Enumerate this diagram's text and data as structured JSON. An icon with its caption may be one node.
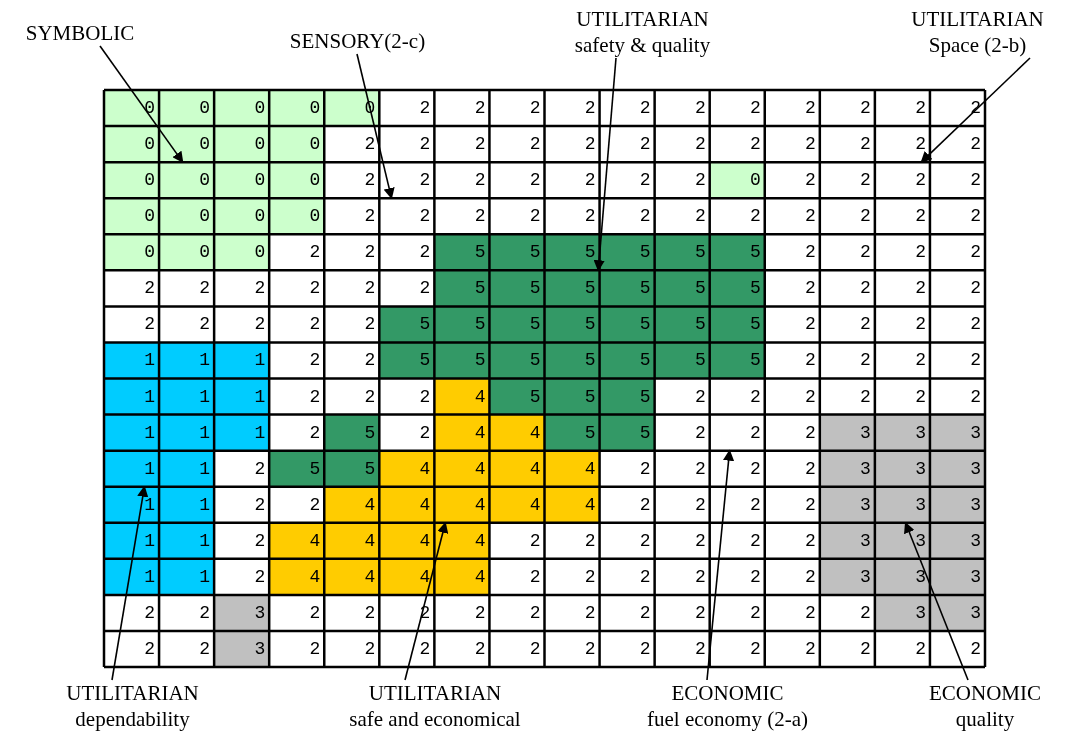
{
  "diagram": {
    "nodes": [
      {
        "text": [
          "SYMBOLIC"
        ]
      },
      {
        "text": [
          "SENSORY(2-c)"
        ]
      },
      {
        "text": [
          "UTILITARIAN",
          "safety & quality"
        ]
      },
      {
        "text": [
          "UTILITARIAN",
          "Space (2-b)"
        ]
      },
      {
        "text": [
          "UTILITARIAN",
          "dependability"
        ]
      },
      {
        "text": [
          "UTILITARIAN",
          "safe and economical"
        ]
      },
      {
        "text": [
          "ECONOMIC",
          "fuel economy (2-a)"
        ]
      },
      {
        "text": [
          "ECONOMIC",
          "quality"
        ]
      },
      {
        "text": [
          "0"
        ]
      },
      {
        "text": [
          "2"
        ]
      },
      {
        "text": [
          "5"
        ]
      },
      {
        "text": [
          "2"
        ]
      },
      {
        "text": [
          "1"
        ]
      },
      {
        "text": [
          "4"
        ]
      },
      {
        "text": [
          "2"
        ]
      },
      {
        "text": [
          "3"
        ]
      }
    ],
    "edges": [
      {
        "from": 0,
        "to": 8,
        "arrow": "to"
      },
      {
        "from": 1,
        "to": 9,
        "arrow": "to"
      },
      {
        "from": 2,
        "to": 10,
        "arrow": "to"
      },
      {
        "from": 3,
        "to": 11,
        "arrow": "to"
      },
      {
        "from": 4,
        "to": 12,
        "arrow": "to"
      },
      {
        "from": 5,
        "to": 13,
        "arrow": "to"
      },
      {
        "from": 6,
        "to": 14,
        "arrow": "to"
      },
      {
        "from": 7,
        "to": 15,
        "arrow": "to"
      }
    ],
    "labels": [
      "0",
      "0",
      "0",
      "0",
      "0",
      "2",
      "2",
      "2",
      "2",
      "2",
      "2",
      "2",
      "2",
      "2",
      "2",
      "2",
      "0",
      "0",
      "0",
      "0",
      "2",
      "2",
      "2",
      "2",
      "2",
      "2",
      "2",
      "2",
      "2",
      "2",
      "2",
      "2",
      "0",
      "0",
      "0",
      "2",
      "2",
      "2",
      "2",
      "2",
      "2",
      "2",
      "0",
      "2",
      "2",
      "2",
      "0",
      "0",
      "0",
      "0",
      "2",
      "2",
      "2",
      "2",
      "2",
      "2",
      "2",
      "2",
      "2",
      "2",
      "2",
      "0",
      "0",
      "0",
      "2",
      "2",
      "2",
      "5",
      "5",
      "5",
      "5",
      "5",
      "5",
      "2",
      "2",
      "2",
      "2",
      "2",
      "2",
      "2",
      "2",
      "2",
      "2",
      "5",
      "5",
      "5",
      "5",
      "5",
      "2",
      "2",
      "2",
      "2",
      "2",
      "2",
      "2",
      "2",
      "2",
      "5",
      "5",
      "5",
      "5",
      "5",
      "5",
      "5",
      "2",
      "2",
      "2",
      "2",
      "1",
      "1",
      "1",
      "2",
      "2",
      "5",
      "5",
      "5",
      "5",
      "5",
      "5",
      "5",
      "2",
      "2",
      "2",
      "2",
      "1",
      "1",
      "1",
      "2",
      "2",
      "2",
      "4",
      "5",
      "5",
      "5",
      "2",
      "2",
      "2",
      "2",
      "2",
      "2",
      "1",
      "1",
      "1",
      "2",
      "5",
      "2",
      "4",
      "4",
      "5",
      "5",
      "2",
      "2",
      "3",
      "3",
      "3",
      "1",
      "2",
      "5",
      "5",
      "4",
      "4",
      "4",
      "4",
      "2",
      "2",
      "2",
      "2",
      "3",
      "3",
      "3",
      "1",
      "1",
      "2",
      "2",
      "4",
      "4",
      "4",
      "4",
      "2",
      "2",
      "2",
      "2",
      "3",
      "3",
      "1",
      "1",
      "2",
      "4",
      "4",
      "4",
      "4",
      "2",
      "2",
      "2",
      "2",
      "2",
      "2",
      "3",
      "3",
      "3",
      "1",
      "1",
      "2",
      "4",
      "4",
      "4",
      "4",
      "2",
      "2",
      "2",
      "2",
      "2",
      "2",
      "3",
      "3",
      "3",
      "2",
      "2",
      "3",
      "2",
      "2",
      "2",
      "2",
      "2",
      "2",
      "2",
      "2",
      "2",
      "2",
      "2",
      "3",
      "3",
      "2",
      "2",
      "3",
      "2",
      "2",
      "2",
      "2",
      "2",
      "2",
      "2",
      "2",
      "2",
      "2",
      "2",
      "2",
      "2"
    ]
  }
}
